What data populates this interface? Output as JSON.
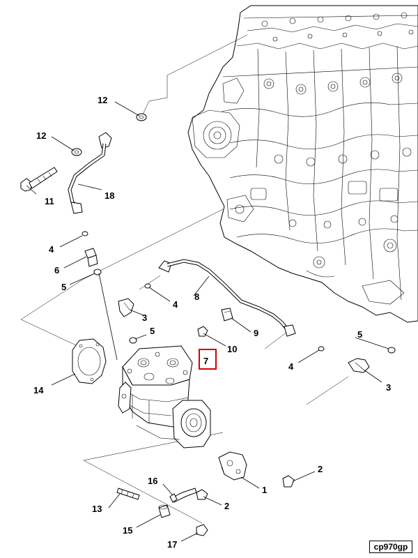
{
  "diagram": {
    "callouts": [
      {
        "id": "c12a",
        "text": "12"
      },
      {
        "id": "c12b",
        "text": "12"
      },
      {
        "id": "c11",
        "text": "11"
      },
      {
        "id": "c18",
        "text": "18"
      },
      {
        "id": "c4a",
        "text": "4"
      },
      {
        "id": "c6",
        "text": "6"
      },
      {
        "id": "c5a",
        "text": "5"
      },
      {
        "id": "c8",
        "text": "8"
      },
      {
        "id": "c4b",
        "text": "4"
      },
      {
        "id": "c3a",
        "text": "3"
      },
      {
        "id": "c5b",
        "text": "5"
      },
      {
        "id": "c9",
        "text": "9"
      },
      {
        "id": "c10",
        "text": "10"
      },
      {
        "id": "c7",
        "text": "7"
      },
      {
        "id": "c5c",
        "text": "5"
      },
      {
        "id": "c4c",
        "text": "4"
      },
      {
        "id": "c3b",
        "text": "3"
      },
      {
        "id": "c14",
        "text": "14"
      },
      {
        "id": "c2a",
        "text": "2"
      },
      {
        "id": "c16",
        "text": "16"
      },
      {
        "id": "c1",
        "text": "1"
      },
      {
        "id": "c13",
        "text": "13"
      },
      {
        "id": "c2b",
        "text": "2"
      },
      {
        "id": "c15",
        "text": "15"
      },
      {
        "id": "c17",
        "text": "17"
      }
    ],
    "highlighted": "7",
    "code": "cp970gp"
  }
}
